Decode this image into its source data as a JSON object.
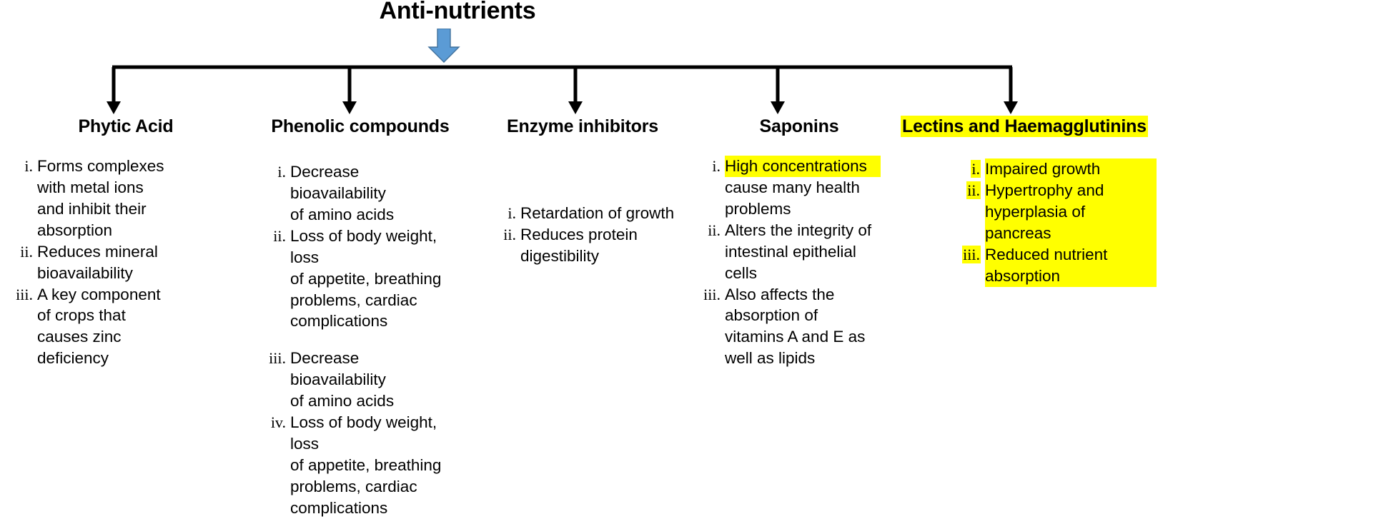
{
  "root": {
    "title": "Anti-nutrients",
    "arrow_icon": "down-arrow-icon",
    "arrow_color": "#5b9bd5"
  },
  "colors": {
    "highlight": "#ffff00",
    "line": "#000000",
    "text": "#000000",
    "arrow_blue": "#5b9bd5",
    "arrow_blue_border": "#41719c"
  },
  "connector": {
    "icon": "tree-connector-lines"
  },
  "columns": [
    {
      "id": "phytic",
      "heading": "Phytic Acid",
      "heading_highlighted": false,
      "arrow_icon": "down-arrow-icon",
      "items": [
        {
          "num": "i.",
          "lines": [
            "Forms complexes",
            "with metal ions",
            "and inhibit their",
            "absorption"
          ],
          "highlighted": false
        },
        {
          "num": "ii.",
          "lines": [
            "Reduces mineral",
            "bioavailability"
          ],
          "highlighted": false
        },
        {
          "num": "iii.",
          "lines": [
            "A key component",
            "of crops that",
            "causes zinc",
            "deficiency"
          ],
          "highlighted": false
        }
      ]
    },
    {
      "id": "phenolic",
      "heading": "Phenolic compounds",
      "heading_highlighted": false,
      "arrow_icon": "down-arrow-icon",
      "items": [
        {
          "num": "i.",
          "lines": [
            "Decrease bioavailability",
            "of amino acids"
          ],
          "highlighted": false
        },
        {
          "num": "ii.",
          "lines": [
            "Loss of body weight, loss",
            "of appetite, breathing",
            "problems, cardiac",
            "complications"
          ],
          "highlighted": false,
          "gap_after": true
        },
        {
          "num": "iii.",
          "lines": [
            "Decrease bioavailability",
            "of amino acids"
          ],
          "highlighted": false
        },
        {
          "num": "iv.",
          "lines": [
            "Loss of body weight, loss",
            "of appetite, breathing",
            "problems, cardiac",
            "complications"
          ],
          "highlighted": false
        }
      ]
    },
    {
      "id": "enzyme",
      "heading": "Enzyme inhibitors",
      "heading_highlighted": false,
      "arrow_icon": "down-arrow-icon",
      "items": [
        {
          "num": "i.",
          "lines": [
            "Retardation of growth"
          ],
          "highlighted": false
        },
        {
          "num": "ii.",
          "lines": [
            "Reduces protein",
            "digestibility"
          ],
          "highlighted": false
        }
      ]
    },
    {
      "id": "saponins",
      "heading": "Saponins",
      "heading_highlighted": false,
      "arrow_icon": "down-arrow-icon",
      "items": [
        {
          "num": "i.",
          "lines": [
            "High concentrations",
            "cause many health",
            "problems"
          ],
          "highlighted_lines": [
            true,
            false,
            false
          ]
        },
        {
          "num": "ii.",
          "lines": [
            "Alters the integrity of",
            "intestinal epithelial",
            "cells"
          ],
          "highlighted": false
        },
        {
          "num": "iii.",
          "lines": [
            "Also affects the",
            "absorption of",
            "vitamins A and E as",
            "well as lipids"
          ],
          "highlighted": false
        }
      ]
    },
    {
      "id": "lectins",
      "heading": "Lectins and Haemagglutinins",
      "heading_highlighted": true,
      "arrow_icon": "down-arrow-icon",
      "items": [
        {
          "num": "i.",
          "lines": [
            "Impaired growth"
          ],
          "highlighted": true
        },
        {
          "num": "ii.",
          "lines": [
            "Hypertrophy and",
            "hyperplasia of",
            "pancreas"
          ],
          "highlighted": true
        },
        {
          "num": "iii.",
          "lines": [
            "Reduced nutrient",
            "absorption"
          ],
          "highlighted": true
        }
      ]
    }
  ]
}
